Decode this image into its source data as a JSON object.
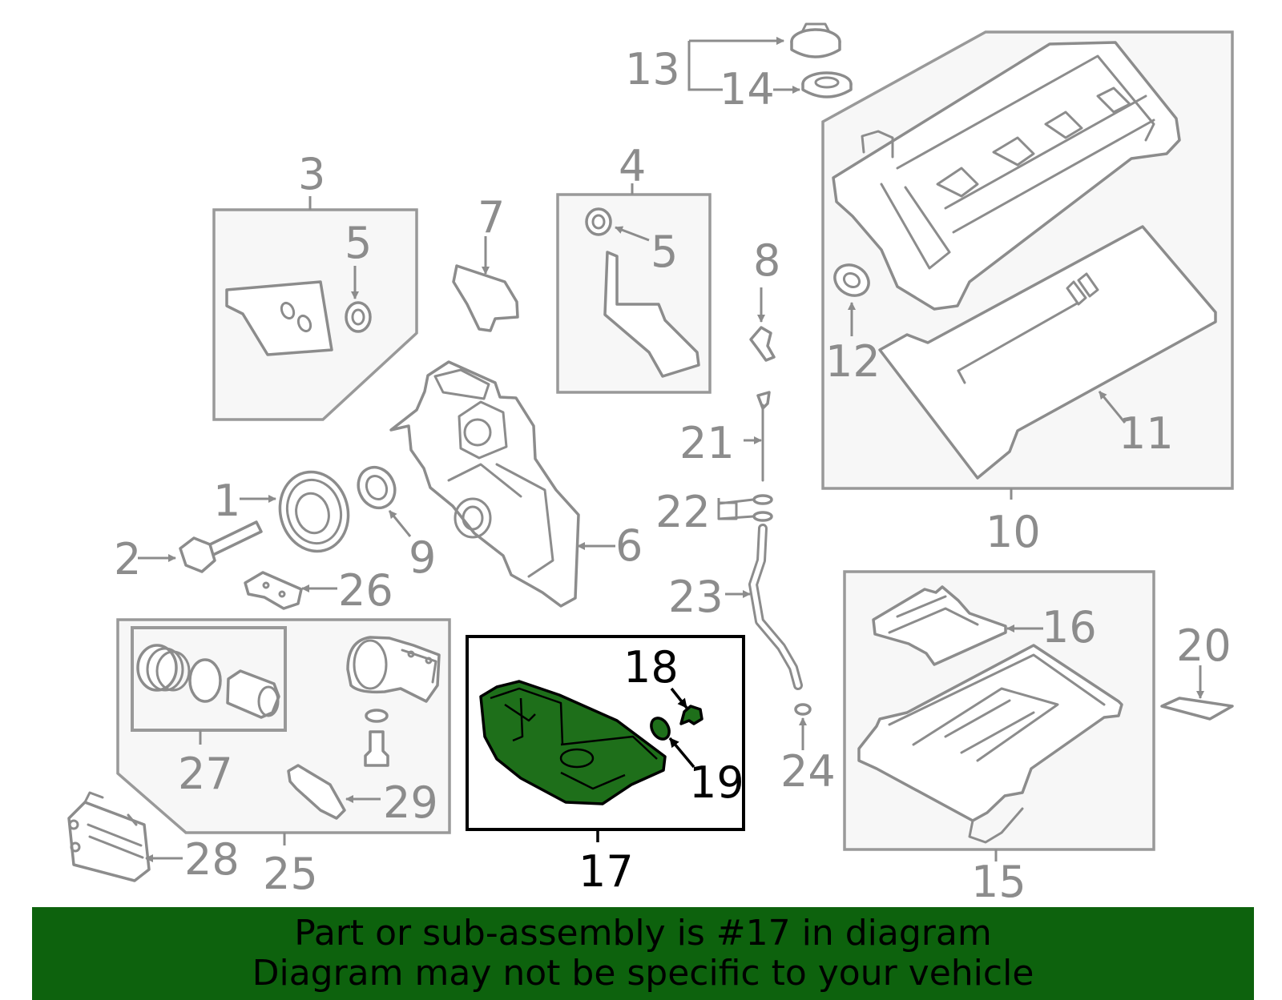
{
  "diagram": {
    "highlight_color": "#1e6f1a",
    "banner_color": "#0d620d",
    "labels": {
      "l1": "1",
      "l2": "2",
      "l3": "3",
      "l4": "4",
      "l5a": "5",
      "l5b": "5",
      "l6": "6",
      "l7": "7",
      "l8": "8",
      "l9": "9",
      "l10": "10",
      "l11": "11",
      "l12": "12",
      "l13": "13",
      "l14": "14",
      "l15": "15",
      "l16": "16",
      "l17": "17",
      "l18": "18",
      "l19": "19",
      "l20": "20",
      "l21": "21",
      "l22": "22",
      "l23": "23",
      "l24": "24",
      "l25": "25",
      "l26": "26",
      "l27": "27",
      "l28": "28",
      "l29": "29"
    }
  },
  "banner": {
    "line1": "Part or sub-assembly is #17 in diagram",
    "line2": "Diagram may not be specific to your vehicle"
  }
}
